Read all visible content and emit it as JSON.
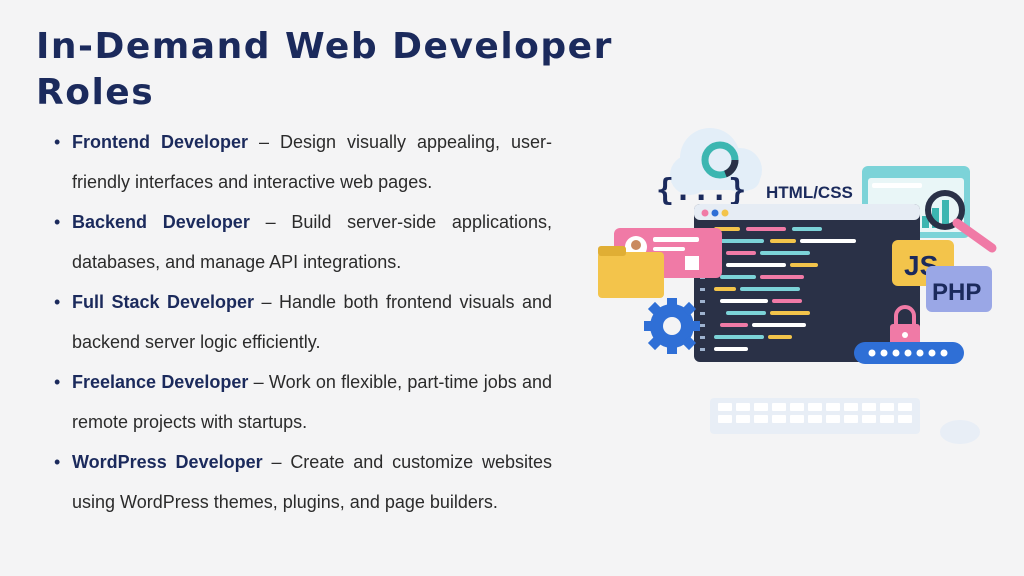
{
  "slide": {
    "title": "In-Demand Web Developer Roles"
  },
  "roles": [
    {
      "name": "Frontend Developer",
      "separator": " – ",
      "description": "Design visually appealing, user-friendly interfaces and interactive web pages."
    },
    {
      "name": "Backend Developer",
      "separator": " – ",
      "description": "Build server-side applications, databases, and manage API integrations."
    },
    {
      "name": "Full Stack Developer",
      "separator": " – ",
      "description": "Handle both frontend visuals and backend server logic efficiently."
    },
    {
      "name": "Freelance Developer",
      "separator": " – ",
      "description": "Work on flexible, part-time jobs and remote projects with startups."
    },
    {
      "name": "WordPress Developer",
      "separator": " – ",
      "description": "Create and customize websites using WordPress themes, plugins, and page builders."
    }
  ],
  "illustration": {
    "braces_text": "{...}",
    "html_css_label": "HTML/CSS",
    "js_label": "JS",
    "php_label": "PHP"
  },
  "colors": {
    "title": "#1b2a5c",
    "body_text": "#2b2b2b",
    "background": "#f4f4f5",
    "editor_dark": "#2a3147",
    "accent_blue": "#2f6fd6",
    "accent_pink": "#f07aa6",
    "accent_yellow": "#f3c44b",
    "accent_teal": "#3cb6b1"
  }
}
